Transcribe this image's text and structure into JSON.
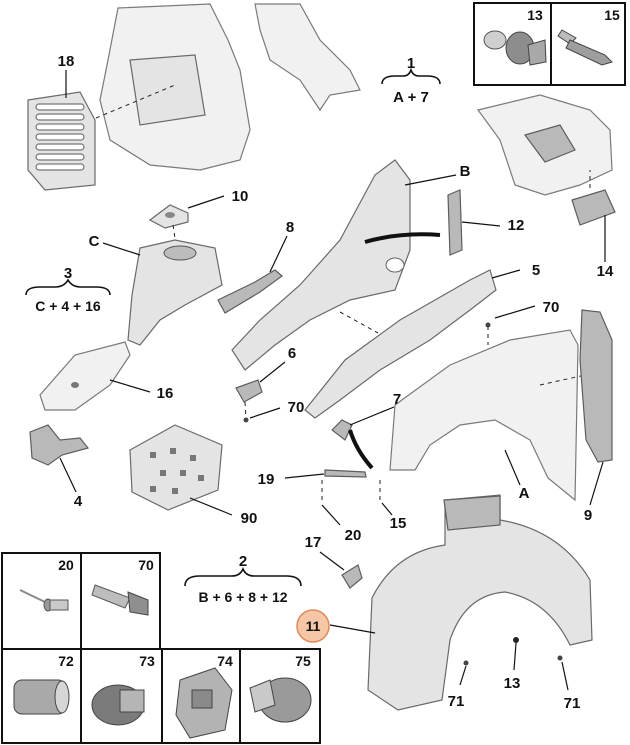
{
  "diagram": {
    "labels": {
      "p18": "18",
      "p1": "1",
      "p1_formula": "A + 7",
      "p13_top": "13",
      "p15_top": "15",
      "pB": "B",
      "p10": "10",
      "pC": "C",
      "p8": "8",
      "p12": "12",
      "p3": "3",
      "p3_formula": "C + 4 + 16",
      "p14": "14",
      "p5": "5",
      "p70_a": "70",
      "p6": "6",
      "p70_b": "70",
      "p16": "16",
      "p7": "7",
      "p4": "4",
      "p19": "19",
      "pA": "A",
      "p9": "9",
      "p90": "90",
      "p15_bot": "15",
      "p20_mid": "20",
      "p17": "17",
      "p2": "2",
      "p2_formula": "B + 6 + 8 + 12",
      "p11": "11",
      "p71_a": "71",
      "p13_bot": "13",
      "p71_b": "71",
      "g20": "20",
      "g70": "70",
      "g72": "72",
      "g73": "73",
      "g74": "74",
      "g75": "75"
    },
    "highlight_color": "#f6c7a6",
    "highlight_stroke": "#e08a5a"
  }
}
